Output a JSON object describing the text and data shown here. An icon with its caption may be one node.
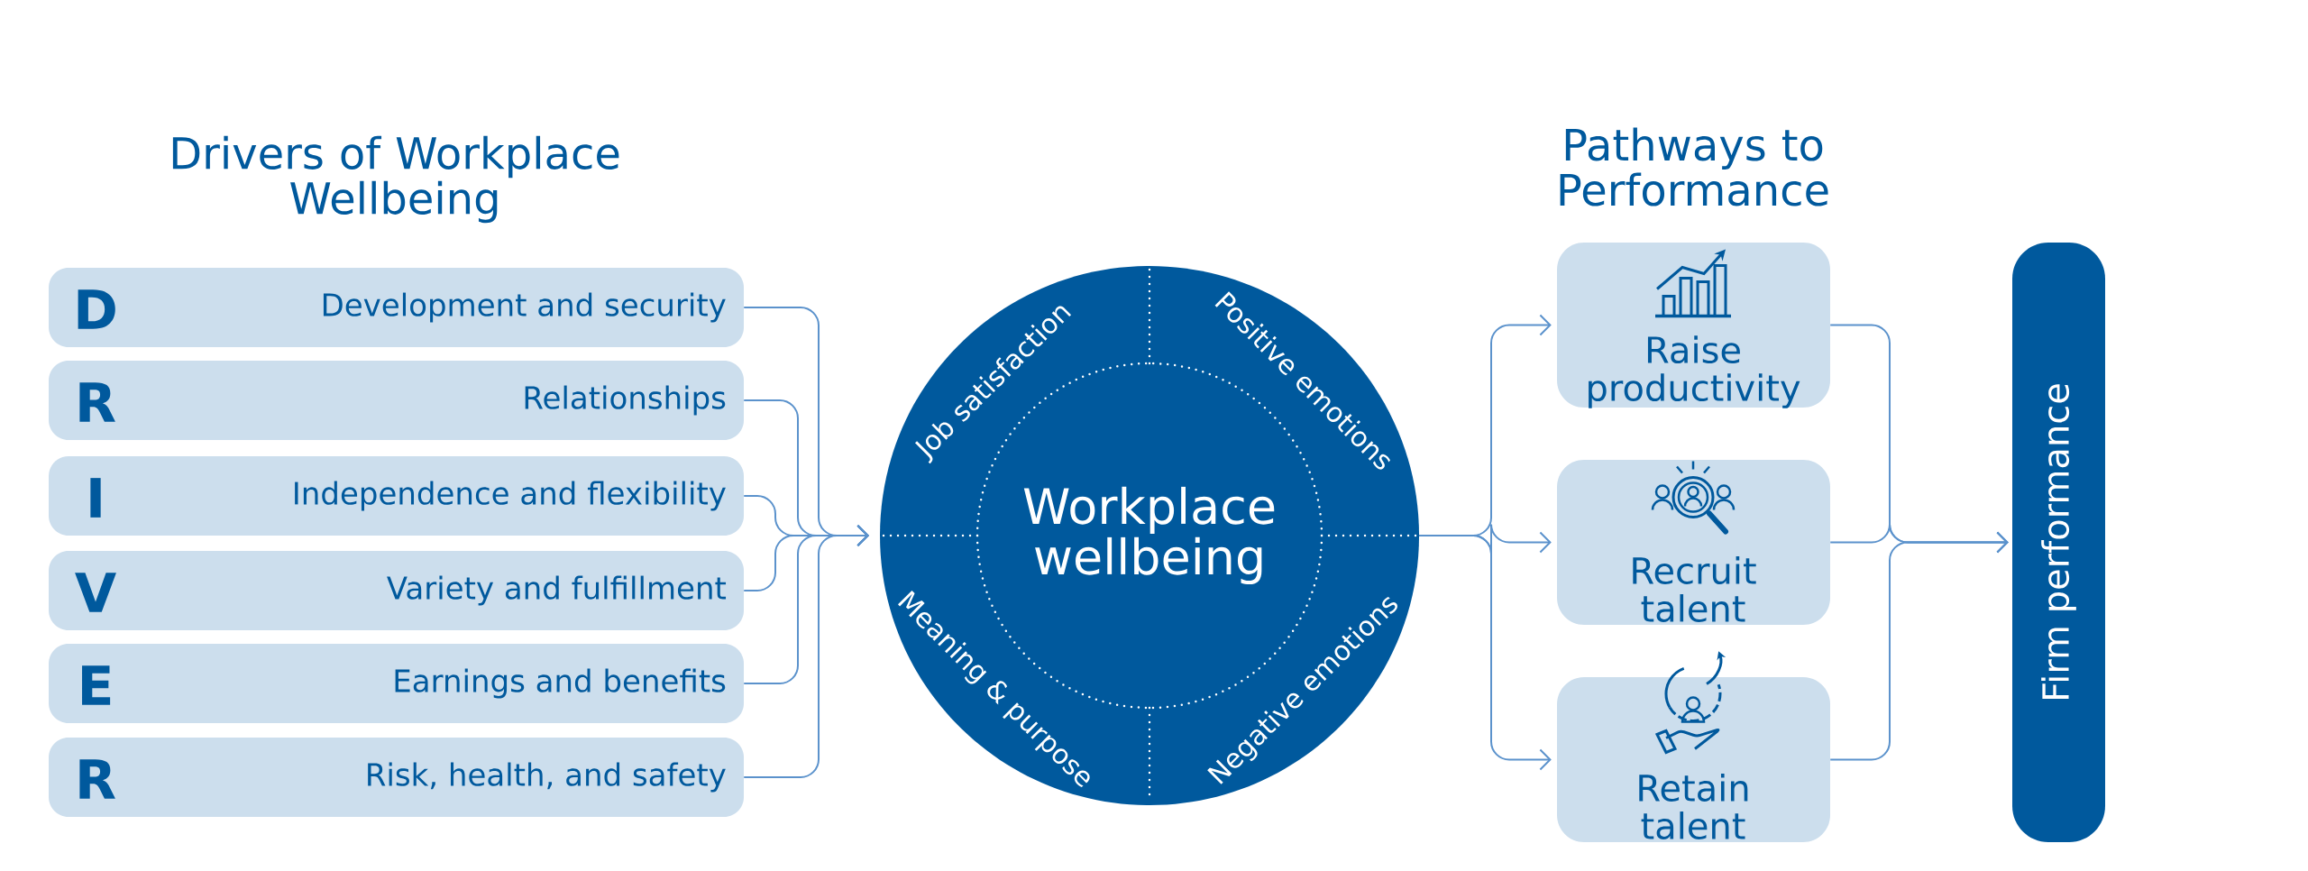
{
  "diagram": {
    "labels": [
      "Drivers of Workplace Wellbeing",
      "Pathways to Performance"
    ],
    "nodes": [
      {
        "text": [
          "D",
          "Development and security"
        ]
      },
      {
        "text": [
          "R",
          "Relationships"
        ]
      },
      {
        "text": [
          "I",
          "Independence and flexibility"
        ]
      },
      {
        "text": [
          "V",
          "Variety and fulfillment"
        ]
      },
      {
        "text": [
          "E",
          "Earnings and benefits"
        ]
      },
      {
        "text": [
          "R",
          "Risk, health, and safety"
        ]
      },
      {
        "text": [
          "Job satisfaction",
          "Positive emotions",
          "Workplace wellbeing",
          "Meaning & purpose",
          "Negative emotions"
        ]
      },
      {
        "text": [
          "Raise productivity"
        ]
      },
      {
        "text": [
          "Recruit talent"
        ]
      },
      {
        "text": [
          "Retain talent"
        ]
      },
      {
        "text": [
          "Firm performance"
        ]
      }
    ],
    "edges": [
      {
        "from": 0,
        "to": 6,
        "arrow": "to"
      },
      {
        "from": 1,
        "to": 6,
        "arrow": "to"
      },
      {
        "from": 2,
        "to": 6,
        "arrow": "to"
      },
      {
        "from": 3,
        "to": 6,
        "arrow": "to"
      },
      {
        "from": 4,
        "to": 6,
        "arrow": "to"
      },
      {
        "from": 5,
        "to": 6,
        "arrow": "to"
      },
      {
        "from": 6,
        "to": 7,
        "arrow": "to"
      },
      {
        "from": 6,
        "to": 8,
        "arrow": "to"
      },
      {
        "from": 6,
        "to": 9,
        "arrow": "to"
      },
      {
        "from": 7,
        "to": 10,
        "arrow": "to"
      },
      {
        "from": 8,
        "to": 10,
        "arrow": "to"
      },
      {
        "from": 9,
        "to": 10,
        "arrow": "to"
      }
    ]
  }
}
